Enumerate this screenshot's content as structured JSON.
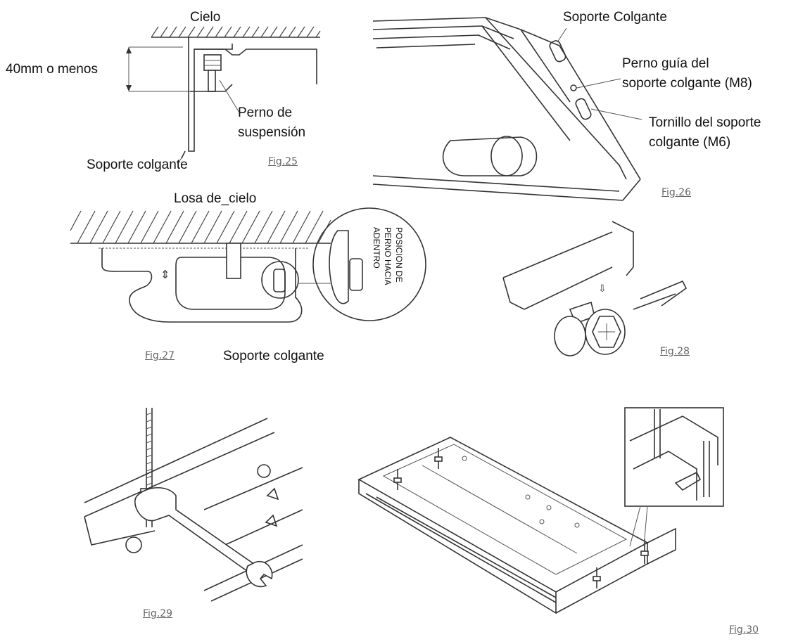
{
  "fig25": {
    "caption": "Fig.25",
    "label_ceiling": "Cielo",
    "label_distance": "40mm o menos",
    "label_bolt_line1": "Perno de",
    "label_bolt_line2": "suspensión",
    "label_bracket": "Soporte colgante"
  },
  "fig26": {
    "caption": "Fig.26",
    "label_bracket": "Soporte Colgante",
    "label_guide_bolt_line1": "Perno guía del",
    "label_guide_bolt_line2": "soporte colgante (M8)",
    "label_screw_line1": "Tornillo del soporte",
    "label_screw_line2": "colgante (M6)"
  },
  "fig27": {
    "caption": "Fig.27",
    "label_slab": "Losa de_cielo",
    "label_inward_line1": "POSICION DE",
    "label_inward_line2": "PERNO HACIA",
    "label_inward_line3": "ADENTRO",
    "label_bracket": "Soporte colgante"
  },
  "fig28": {
    "caption": "Fig.28"
  },
  "fig29": {
    "caption": "Fig.29"
  },
  "fig30": {
    "caption": "Fig.30"
  },
  "colors": {
    "line": "#333333",
    "caption": "#666666",
    "background": "#ffffff"
  }
}
